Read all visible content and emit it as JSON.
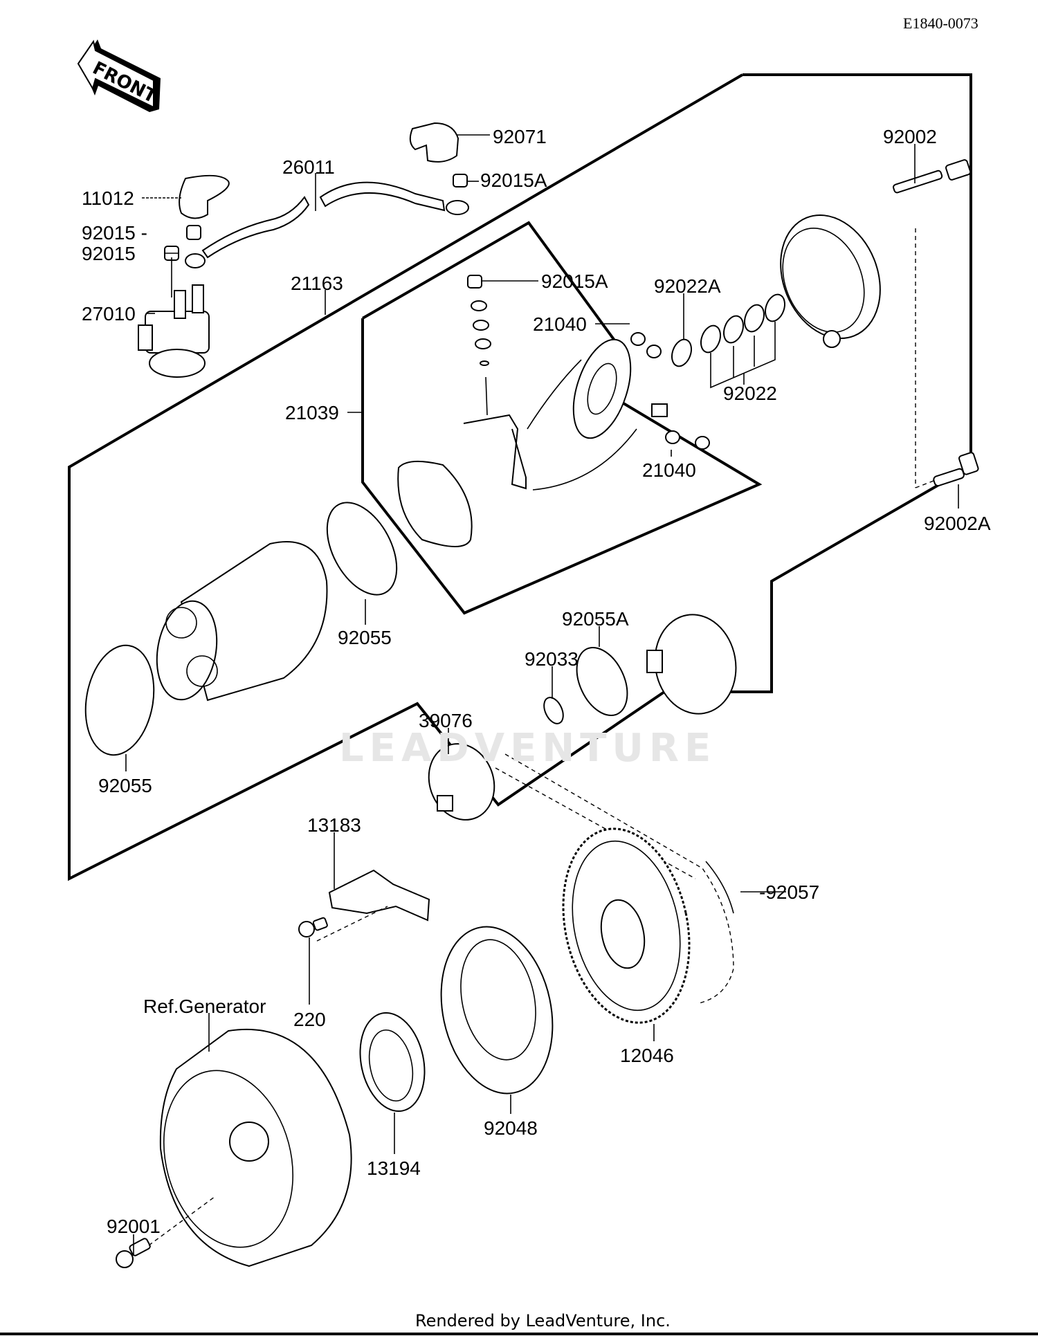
{
  "diagram": {
    "drawing_code": "E1840-0073",
    "front_arrow_label": "FRONT",
    "watermark": "LEADVENTURE",
    "footer": "Rendered by LeadVenture, Inc.",
    "callouts": {
      "c92071": "92071",
      "c26011": "26011",
      "c92015A_top": "92015A",
      "c11012": "11012",
      "c92015_a": "92015 -",
      "c92015_b": "92015",
      "c21163": "21163",
      "c92015A_mid": "92015A",
      "c27010": "27010",
      "c21040_top": "21040",
      "c92022A": "92022A",
      "c92022": "92022",
      "c92002": "92002",
      "c21039": "21039",
      "c21040_bottom": "21040",
      "c92002A": "92002A",
      "c92055_mid": "92055",
      "c92055A": "92055A",
      "c92033": "92033",
      "c92055_left": "92055",
      "c39076": "39076",
      "c13183": "13183",
      "c92057": "-92057",
      "cRefGen": "Ref.Generator",
      "c220": "220",
      "c12046": "12046",
      "c92048": "92048",
      "c13194": "13194",
      "c92001": "92001"
    }
  }
}
